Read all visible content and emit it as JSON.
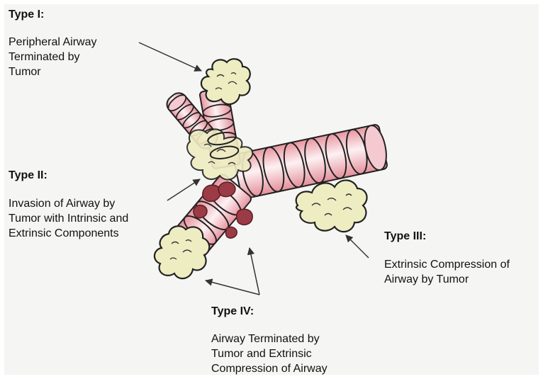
{
  "type1": {
    "heading": "Type I:",
    "lines": [
      "Peripheral Airway",
      "Terminated by",
      "Tumor"
    ]
  },
  "type2": {
    "heading": "Type II:",
    "lines": [
      "Invasion of Airway by",
      "Tumor with Intrinsic and",
      "Extrinsic Components"
    ]
  },
  "type3": {
    "heading": "Type III:",
    "lines": [
      "Extrinsic Compression of",
      "Airway by Tumor"
    ]
  },
  "type4": {
    "heading": "Type IV:",
    "lines": [
      "Airway Terminated by",
      "Tumor and Extrinsic",
      "Compression of Airway"
    ]
  },
  "colors": {
    "airway_pink": "#e9a3ac",
    "airway_light": "#fbe9ec",
    "tumor_fill": "#eeedc2",
    "intrinsic_tumor": "#9b3b45",
    "outline": "#222222"
  }
}
